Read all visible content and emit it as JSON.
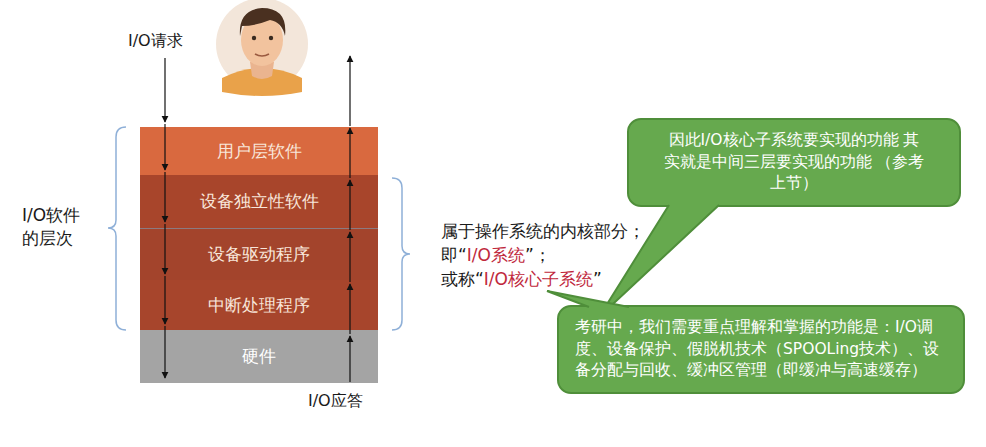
{
  "diagram": {
    "nodes": [
      {
        "text": [
          "用户层软件"
        ]
      },
      {
        "text": [
          "设备独立性软件"
        ]
      },
      {
        "text": [
          "设备驱动程序"
        ]
      },
      {
        "text": [
          "中断处理程序"
        ]
      },
      {
        "text": [
          "硬件"
        ]
      },
      {
        "text": [
          "因此I/O核心子系统要实现的功能 其实就是中间三层要实现的功能 （参考上节）"
        ]
      },
      {
        "text": [
          "考研中，我们需要重点理解和掌握的功能是：I/O调度、设备保护、假脱机技术（SPOOLing技术）、设备分配与回收、缓冲区管理（即缓冲与高速缓存）"
        ]
      }
    ],
    "labels": [
      "I/O请求",
      "I/O应答",
      "I/O软件 的层次",
      "属于操作系统的内核部分；",
      "即“I/O系统”；",
      "或称“I/O核心子系统”"
    ]
  }
}
